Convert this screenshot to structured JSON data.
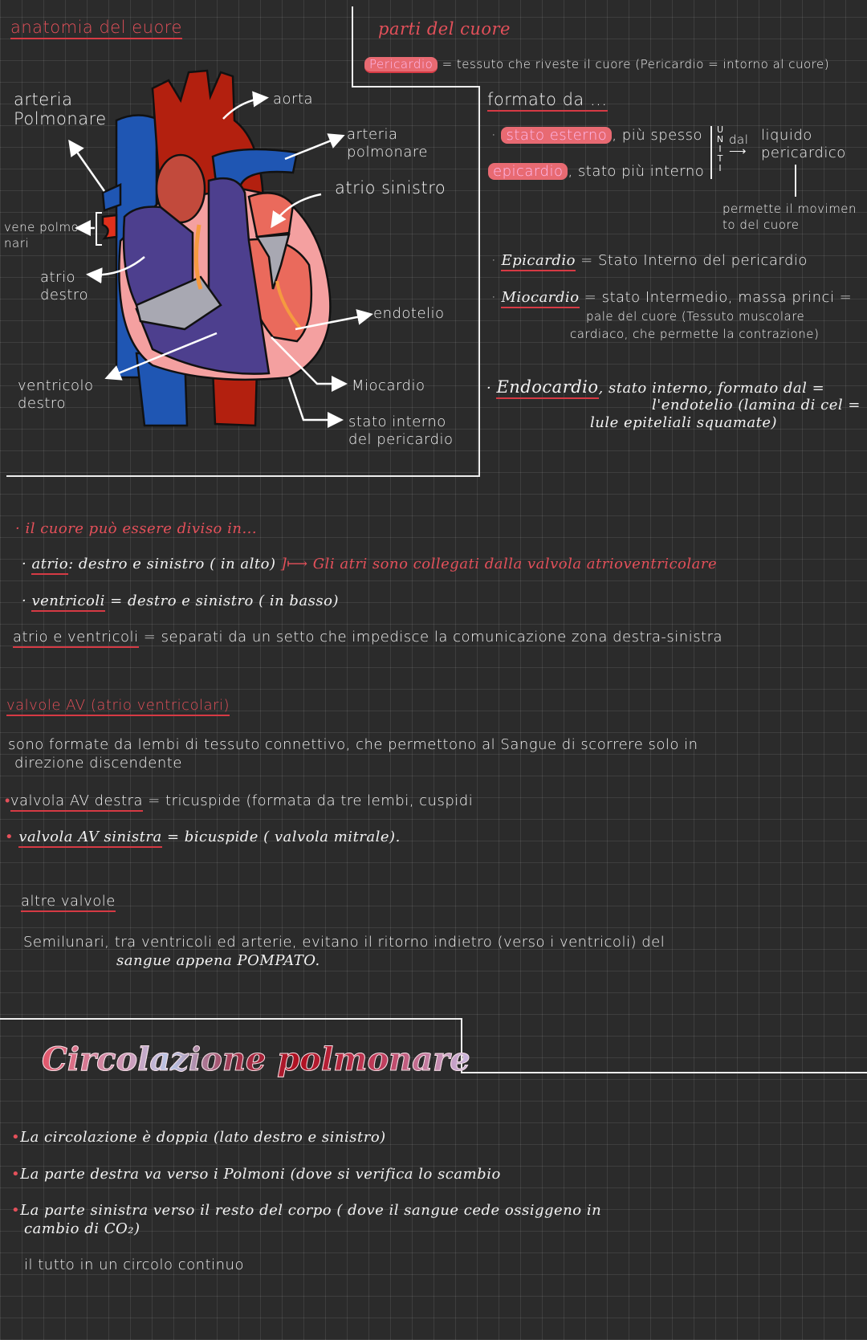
{
  "colors": {
    "background": "#2b2b2b",
    "accent_red": "#e4505a",
    "highlight": "#e86a72",
    "text": "#f2f2f2"
  },
  "anatomy": {
    "title": "anatomia del euore",
    "labels": {
      "arteria_polmonare_left": [
        "arteria",
        "Polmonare"
      ],
      "vene_polmonari": [
        "vene polmo",
        "nari"
      ],
      "atrio_destro": [
        "atrio",
        "destro"
      ],
      "ventricolo_destro": [
        "ventricolo",
        "destro"
      ],
      "aorta": "aorta",
      "arteria_polmonare_right": [
        "arteria",
        "polmonare"
      ],
      "atrio_sinistro": "atrio sinistro",
      "endotelio": "endotelio",
      "miocardio": "Miocardio",
      "stato_interno": [
        "stato interno",
        "del pericardio"
      ]
    }
  },
  "parti": {
    "title": "parti del cuore",
    "pericardio": {
      "term": "Pericardio",
      "def": "= tessuto che riveste il cuore (Pericardio = intorno al cuore)"
    },
    "formato_da": "formato da ...",
    "stato_esterno": {
      "term": "stato esterno",
      "rest": ", più spesso"
    },
    "epicardio": {
      "term": "epicardio",
      "rest": ", stato più interno"
    },
    "uniti": [
      "U",
      "N",
      "I",
      "T",
      "I"
    ],
    "dal": "dal",
    "liquido": [
      "liquido",
      "pericardico"
    ],
    "permette": [
      "permette il movimen",
      "to del cuore"
    ],
    "epicardio_def": {
      "term": "Epicardio",
      "def": "= Stato Interno del pericardio"
    },
    "miocardio_def": {
      "term": "Miocardio",
      "lines": [
        "= stato Intermedio, massa princi =",
        "pale del cuore (Tessuto muscolare",
        "cardiaco, che permette la contrazione)"
      ]
    },
    "endocardio_def": {
      "term": "Endocardio",
      "lines": [
        ", stato interno, formato dal =",
        "l'endotelio (lamina di cel =",
        "lule epiteliali squamate)"
      ]
    }
  },
  "divisione": {
    "intro": "il cuore può essere diviso in...",
    "atrio": {
      "term": "atrio",
      "rest": ": destro e sinistro ( in alto)",
      "note": "Gli atri sono collegati dalla valvola atrioventricolare"
    },
    "ventricoli": {
      "term": "ventricoli",
      "rest": "= destro e sinistro ( in basso)"
    },
    "setto": {
      "term": "atrio e ventricoli",
      "rest": "= separati da un setto che impedisce la comunicazione zona destra-sinistra"
    }
  },
  "valvole": {
    "title": "valvole AV (atrio ventricolari)",
    "desc": [
      "sono formate da lembi di tessuto connettivo, che permettono al Sangue di scorrere solo in",
      "direzione discendente"
    ],
    "destra": {
      "term": "valvola AV destra",
      "rest": "= tricuspide (formata da tre lembi, cuspidi"
    },
    "sinistra": {
      "term": "valvola AV sinistra",
      "rest": "= bicuspide ( valvola mitrale)."
    },
    "altre_title": "altre valvole",
    "altre_desc": [
      "Semilunari, tra ventricoli ed arterie, evitano il ritorno indietro (verso i ventricoli) del",
      "sangue appena POMPATO."
    ]
  },
  "circolazione": {
    "title": "Circolazione polmonare",
    "bullets": [
      "La circolazione è doppia (lato destro e sinistro)",
      "La parte destra va verso i Polmoni (dove si verifica lo scambio",
      "La parte sinistra verso il resto del corpo ( dove il sangue cede ossiggeno in",
      "cambio di CO₂)"
    ],
    "closing": "il tutto in un circolo continuo"
  }
}
